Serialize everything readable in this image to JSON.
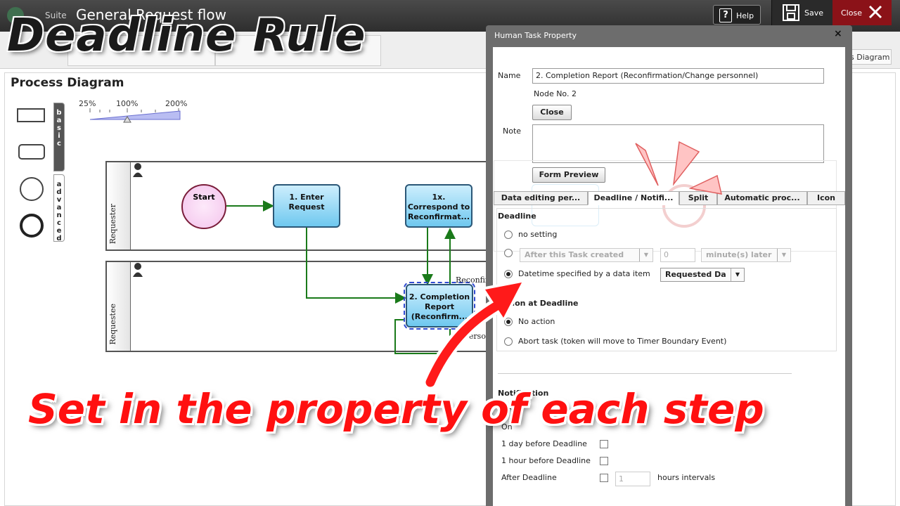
{
  "header": {
    "suite_label": "Suite",
    "app_title": "General      Request flow",
    "help_label": "Help",
    "save_label": "Save",
    "close_label": "Close"
  },
  "toolbar": {
    "small_diagram_label": "Small Process Diagram"
  },
  "diagram": {
    "title": "Process Diagram",
    "zoom_labels": [
      "25%",
      "100%",
      "200%"
    ],
    "palette_tabs": [
      "basic",
      "advanced"
    ],
    "lanes": [
      "Requester",
      "Requestee"
    ],
    "start_label": "Start",
    "tasks": {
      "enter_request": "1. Enter Request",
      "correspond": "1x. Correspond to Reconfirmat...",
      "completion": "2. Completion Report (Reconfirm..."
    },
    "edge_labels": {
      "reconfirm": "Reconfirm",
      "person": "Person"
    }
  },
  "dialog": {
    "title": "Human Task Property",
    "close_symbol": "×",
    "name_label": "Name",
    "name_value": "2. Completion Report (Reconfirmation/Change personnel)",
    "node_no": "Node No. 2",
    "close_button": "Close",
    "note_label": "Note",
    "form_preview_button": "Form Preview",
    "tabs": [
      "Data editing per...",
      "Deadline / Notifi...",
      "Split",
      "Automatic proc...",
      "Icon"
    ],
    "deadline": {
      "heading": "Deadline",
      "no_setting": "no setting",
      "after_task_select": "After this Task created",
      "amount_value": "0",
      "unit_select": "minute(s) later",
      "datetime_option": "Datetime specified by a data item",
      "data_item_select": "Requested Da"
    },
    "action": {
      "heading": "Action at Deadline",
      "no_action": "No action",
      "abort_task": "Abort task (token will move to Timer Boundary Event)"
    },
    "notification": {
      "heading": "Notification",
      "on_row_1": "On",
      "on_row_2": "On",
      "day_before": "1 day before Deadline",
      "hour_before": "1 hour before Deadline",
      "after_deadline": "After Deadline",
      "interval_value": "1",
      "interval_unit": "hours intervals"
    }
  },
  "overlay": {
    "headline": "Deadline Rule",
    "caption": "Set in the property of each step"
  },
  "colors": {
    "caption_red": "#ff1010",
    "task_blue": "#6fc8ef",
    "start_pink": "#f7d3f0",
    "close_red": "#8b1218"
  }
}
